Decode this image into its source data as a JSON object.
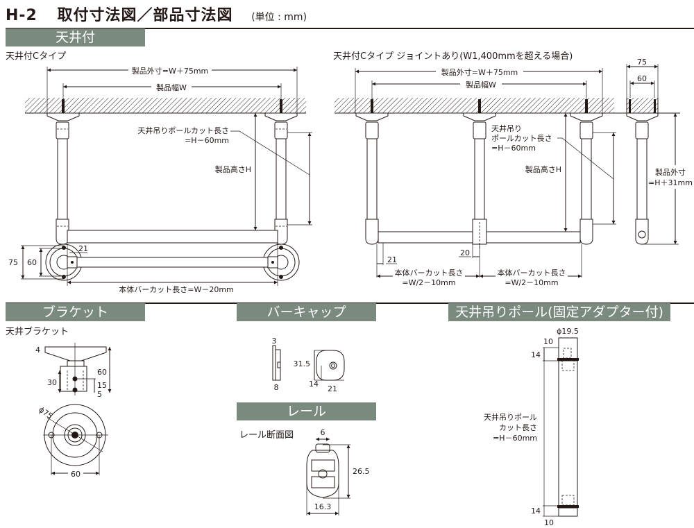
{
  "header": {
    "code": "H-2",
    "title": "取付寸法図／部品寸法図",
    "unit": "(単位 : mm)"
  },
  "sections": {
    "ceiling": {
      "label": "天井付"
    },
    "bracket": {
      "label": "ブラケット"
    },
    "bar_cap": {
      "label": "バーキャップ"
    },
    "rail": {
      "label": "レール"
    },
    "pole": {
      "label": "天井吊りポール(固定アダプター付)"
    }
  },
  "ceiling_c": {
    "subtitle": "天井付Cタイプ",
    "outer_dim": "製品外寸=W＋75mm",
    "width_dim": "製品幅W",
    "pole_cut_line1": "天井吊りポールカット長さ",
    "pole_cut_line2": "=H－60mm",
    "height_dim": "製品高さH",
    "dim_21": "21",
    "dim_75": "75",
    "dim_60": "60",
    "bar_cut": "本体バーカット長さ=W－20mm"
  },
  "ceiling_c_joint": {
    "subtitle": "天井付Cタイプ ジョイントあり(W1,400mmを超える場合)",
    "outer_dim": "製品外寸=W＋75mm",
    "width_dim": "製品幅W",
    "pole_cut_line1": "天井吊り",
    "pole_cut_line2": "ポールカット長さ",
    "pole_cut_line3": "=H－60mm",
    "height_dim": "製品高さH",
    "side_75": "75",
    "side_60": "60",
    "side_outer_line1": "製品外寸",
    "side_outer_line2": "=H＋31mm",
    "dim_21": "21",
    "dim_20": "20",
    "bar_cut_left_1": "本体バーカット長さ",
    "bar_cut_left_2": "=W/2－10mm",
    "bar_cut_right_1": "本体バーカット長さ",
    "bar_cut_right_2": "=W/2－10mm"
  },
  "bracket": {
    "subtitle": "天井ブラケット",
    "dim_4": "4",
    "dim_60_h": "60",
    "dim_30": "30",
    "dim_15": "15",
    "dim_5": "5",
    "dim_phi75": "ϕ75",
    "dim_60_w": "60"
  },
  "bar_cap": {
    "dim_3": "3",
    "dim_8": "8",
    "dim_31_5": "31.5",
    "dim_14": "14",
    "dim_21": "21"
  },
  "rail": {
    "subtitle": "レール断面図",
    "dim_6": "6",
    "dim_26_5": "26.5",
    "dim_16_3": "16.3"
  },
  "pole": {
    "dim_phi19_5": "ϕ19.5",
    "dim_10_top": "10",
    "dim_14_top": "14",
    "cut_line1": "天井吊りポール",
    "cut_line2": "カット長さ",
    "cut_line3": "=H－60mm",
    "dim_14_bottom": "14",
    "dim_10_bottom": "10"
  }
}
